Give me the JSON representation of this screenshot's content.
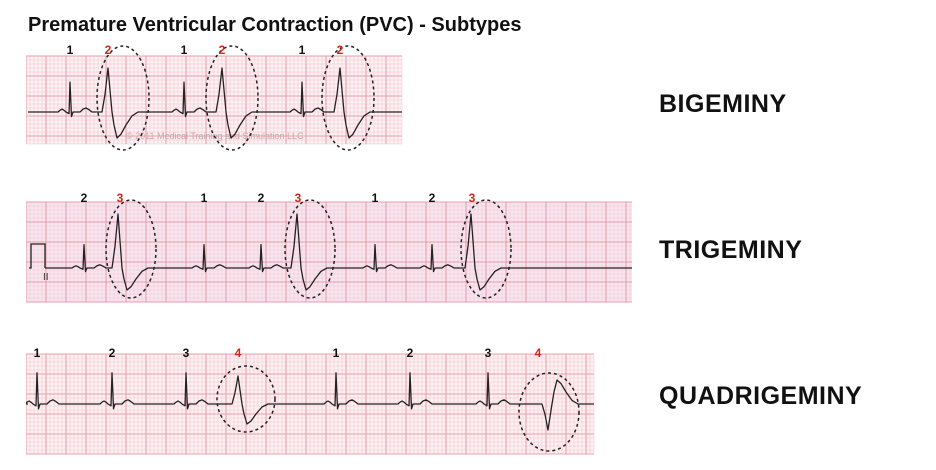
{
  "title": "Premature Ventricular Contraction (PVC) - Subtypes",
  "colors": {
    "grid_minor": "#f2c4cc",
    "grid_major": "#e48a99",
    "paper_1": "#fdf2f4",
    "paper_2": "#f7e6f2",
    "paper_3": "#fdf1f3",
    "trace": "#222222",
    "normal_label": "#111111",
    "pvc_label": "#d0261c",
    "circle": "#222222"
  },
  "strips": [
    {
      "name": "BIGEMINY",
      "subtype_label": "BIGEMINY",
      "watermark": "© 2011 Medical Training and Simulation LLC",
      "beats": [
        {
          "label": "1",
          "pvc": false
        },
        {
          "label": "2",
          "pvc": true
        },
        {
          "label": "1",
          "pvc": false
        },
        {
          "label": "2",
          "pvc": true
        },
        {
          "label": "1",
          "pvc": false
        },
        {
          "label": "2",
          "pvc": true
        }
      ]
    },
    {
      "name": "TRIGEMINY",
      "subtype_label": "TRIGEMINY",
      "lead_label": "II",
      "beats": [
        {
          "label": "2",
          "pvc": false
        },
        {
          "label": "3",
          "pvc": true
        },
        {
          "label": "1",
          "pvc": false
        },
        {
          "label": "2",
          "pvc": false
        },
        {
          "label": "3",
          "pvc": true
        },
        {
          "label": "1",
          "pvc": false
        },
        {
          "label": "2",
          "pvc": false
        },
        {
          "label": "3",
          "pvc": true
        }
      ]
    },
    {
      "name": "QUADRIGEMINY",
      "subtype_label": "QUADRIGEMINY",
      "beats": [
        {
          "label": "1",
          "pvc": false
        },
        {
          "label": "2",
          "pvc": false
        },
        {
          "label": "3",
          "pvc": false
        },
        {
          "label": "4",
          "pvc": true
        },
        {
          "label": "1",
          "pvc": false
        },
        {
          "label": "2",
          "pvc": false
        },
        {
          "label": "3",
          "pvc": false
        },
        {
          "label": "4",
          "pvc": true
        }
      ]
    }
  ]
}
